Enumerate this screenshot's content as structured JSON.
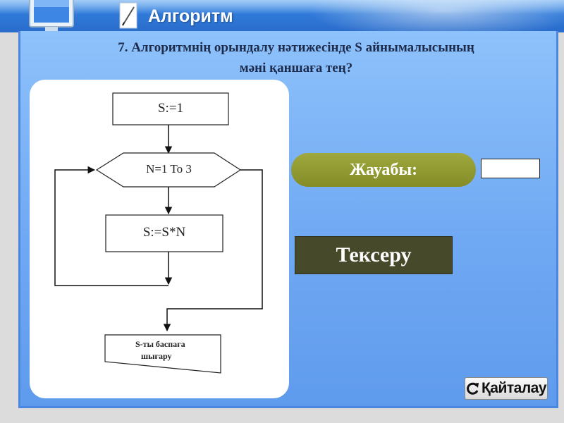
{
  "header": {
    "title": "Алгоритм",
    "icons": [
      "monitor-icon",
      "pen-icon"
    ]
  },
  "question": {
    "line1": "7. Алгоритмнің орындалу нәтижесінде S айнымалысының",
    "line2": "мәні қаншаға тең?"
  },
  "flowchart": {
    "init": "S:=1",
    "loop": "N=1 To 3",
    "body": "S:=S*N",
    "output_line1": "S-ты баспаға",
    "output_line2": "шығару"
  },
  "answer": {
    "label": "Жауабы:",
    "value": "",
    "placeholder": ""
  },
  "check_button": {
    "label": "Тексеру"
  },
  "repeat_button": {
    "label": "Қайталау",
    "icon": "repeat-icon"
  },
  "colors": {
    "header_blue": "#2f79d8",
    "panel_blue": "#70a9f3",
    "answer_olive": "#848d26",
    "check_dark": "#474a2a"
  }
}
